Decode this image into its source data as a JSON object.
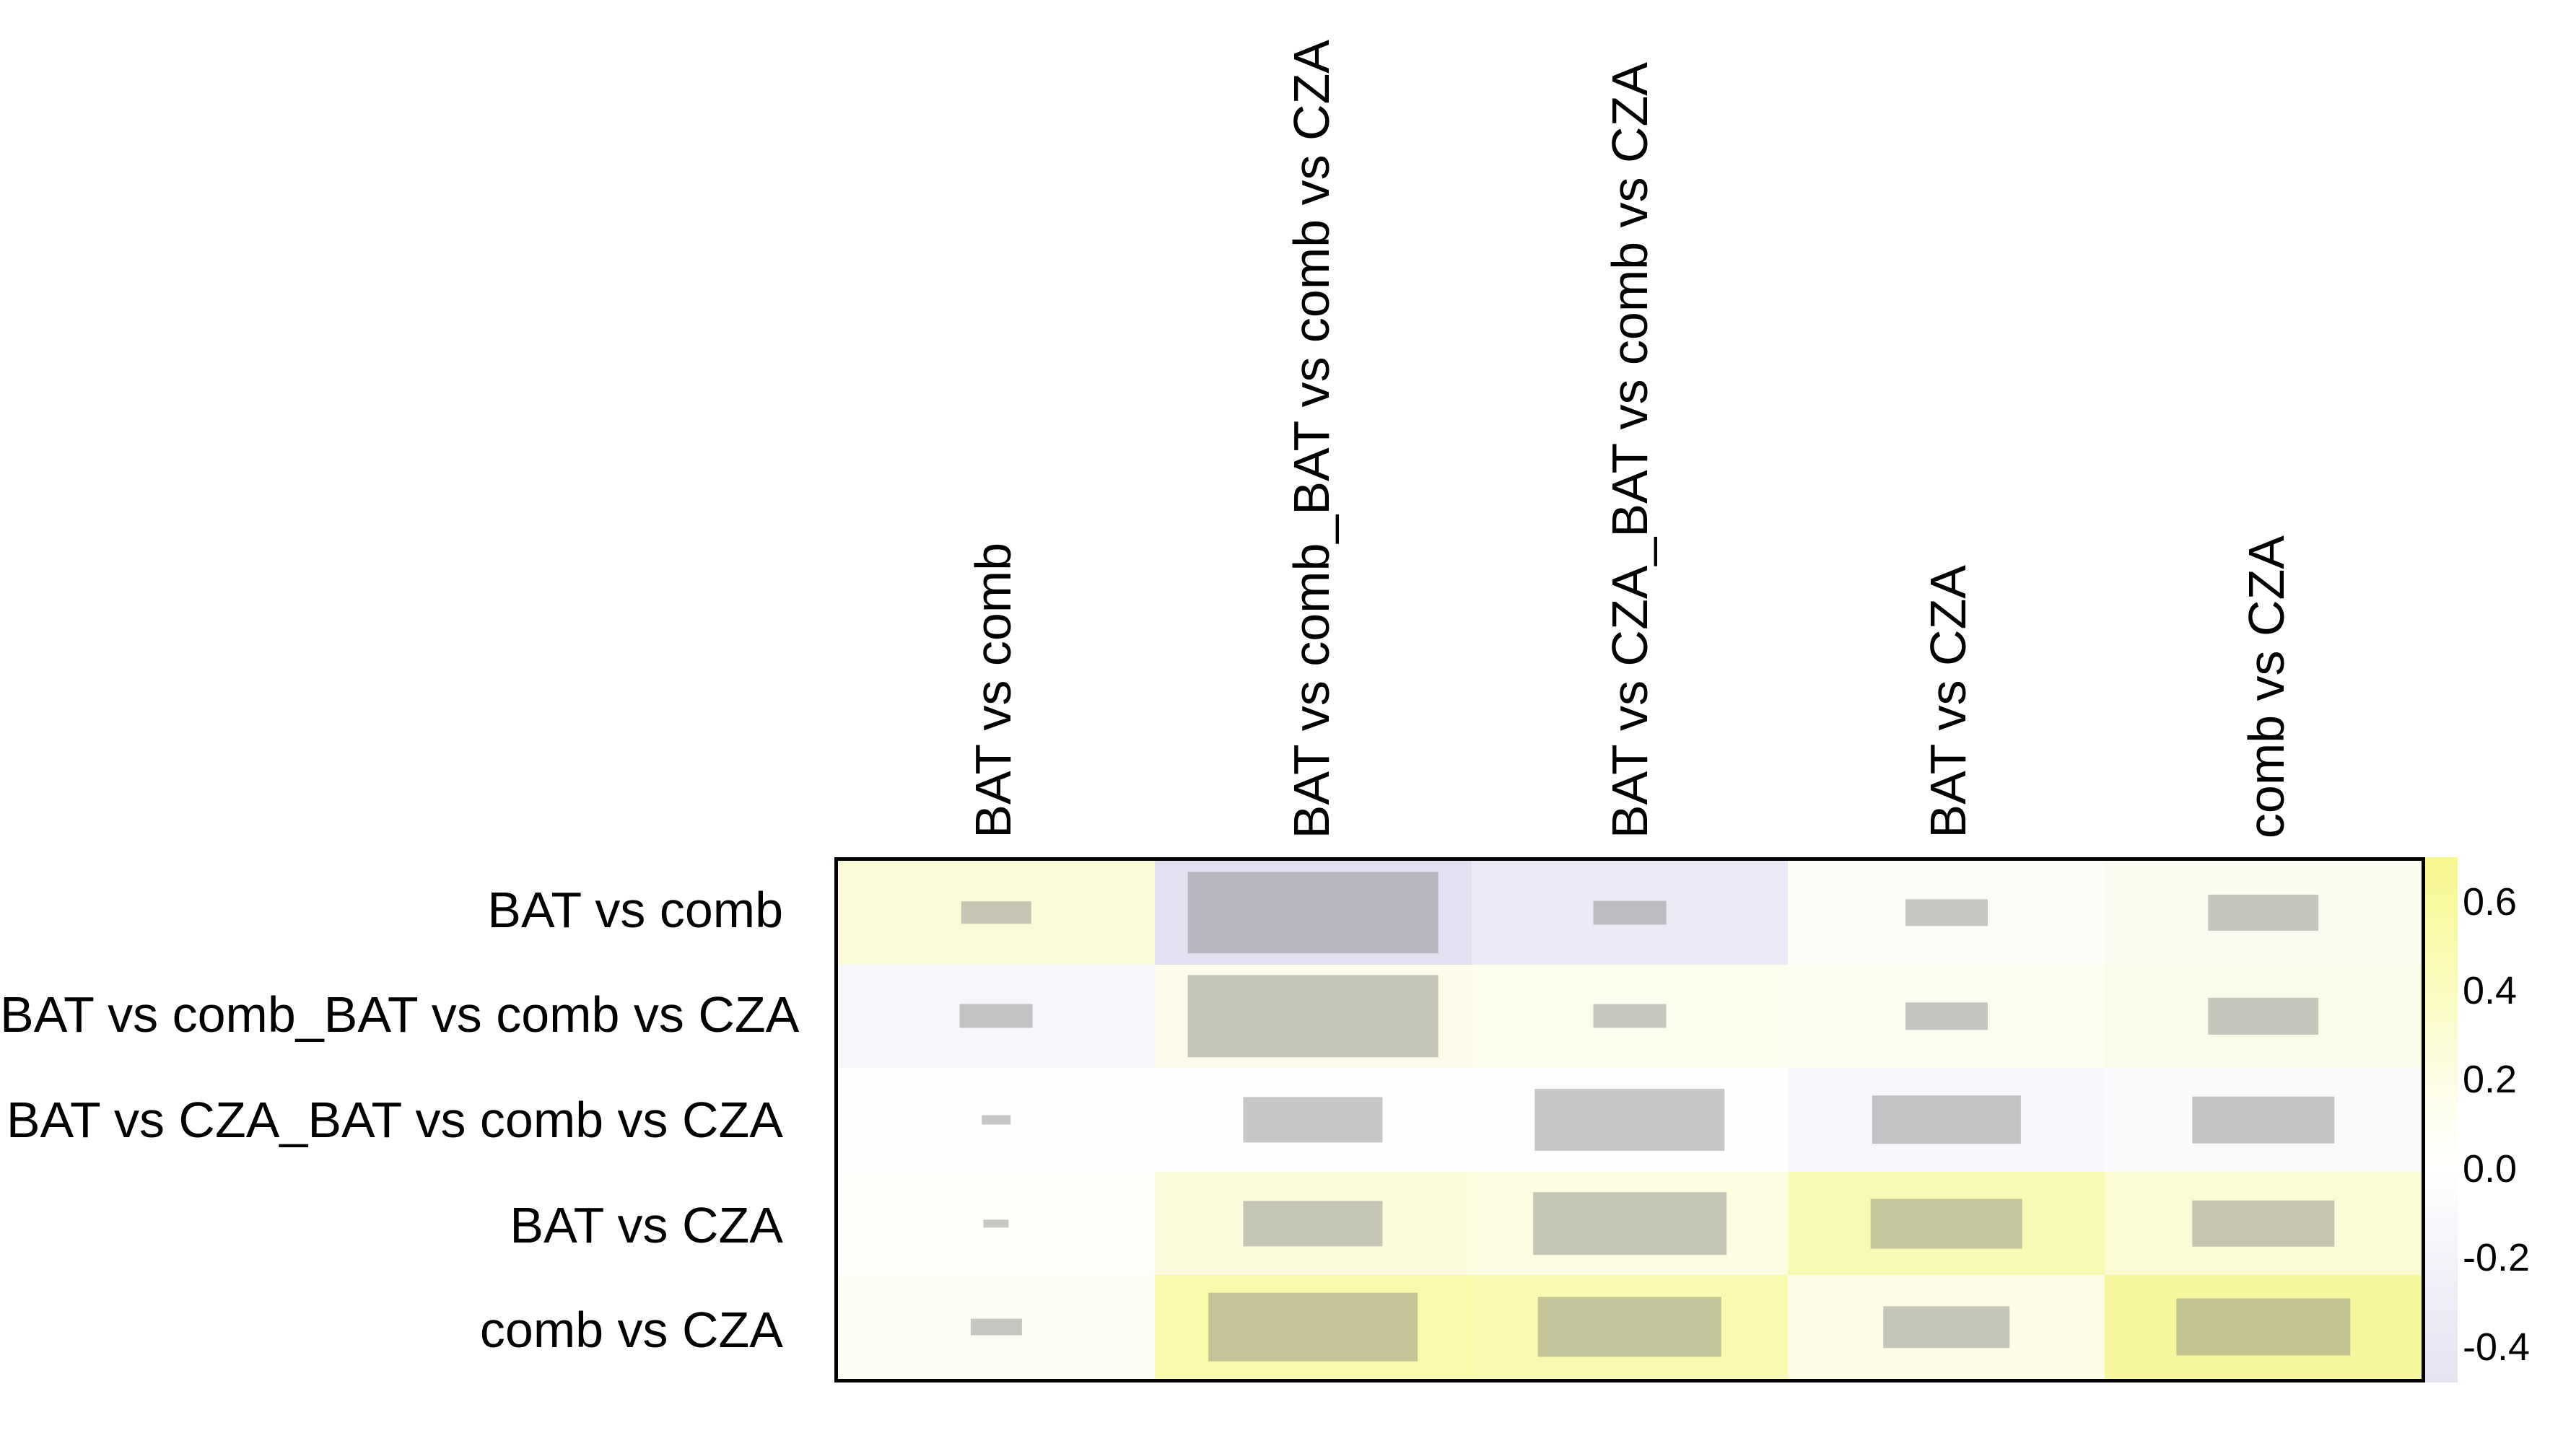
{
  "figure": {
    "background": "#ffffff",
    "text_color": "#000000",
    "plot_border_color": "#000000"
  },
  "chart_data": {
    "type": "heatmap",
    "title": "",
    "xlabel": "",
    "ylabel": "",
    "grid": false,
    "legend_position": "right-colorbar",
    "row_labels": [
      "BAT vs comb",
      "BAT vs comb_BAT vs comb vs CZA",
      "BAT vs CZA_BAT vs comb vs CZA",
      "BAT vs CZA",
      "comb vs CZA"
    ],
    "col_labels": [
      "BAT vs comb",
      "BAT vs comb_BAT vs comb vs CZA",
      "BAT vs CZA_BAT vs comb vs CZA",
      "BAT vs CZA",
      "comb vs CZA"
    ],
    "cell_bg_colors": [
      [
        "#fafad8",
        "#e2e1f1",
        "#ebeaf6",
        "#fdfdf7",
        "#fbfbf0"
      ],
      [
        "#f7f7fb",
        "#fcfce9",
        "#fdfdee",
        "#fcfcf1",
        "#fbfbea"
      ],
      [
        "#fefefe",
        "#fdfdfb",
        "#fefefe",
        "#f7f7fc",
        "#fafafd"
      ],
      [
        "#fefefa",
        "#fcfcdc",
        "#fcfce0",
        "#f9f9b6",
        "#fbfbd3"
      ],
      [
        "#fdfdf3",
        "#f9f9ac",
        "#f9f9b1",
        "#fdfde5",
        "#f7f79e"
      ]
    ],
    "square_size_fractions": [
      [
        0.22,
        0.79,
        0.23,
        0.26,
        0.35
      ],
      [
        0.23,
        0.79,
        0.23,
        0.26,
        0.35
      ],
      [
        0.09,
        0.44,
        0.6,
        0.47,
        0.45
      ],
      [
        0.08,
        0.44,
        0.61,
        0.48,
        0.45
      ],
      [
        0.16,
        0.66,
        0.58,
        0.4,
        0.55
      ]
    ],
    "square_color": "rgba(128,128,128,0.43)",
    "colorbar": {
      "value_max": 0.7,
      "value_min": -0.48,
      "ticks": [
        {
          "label": "0.6",
          "value": 0.6
        },
        {
          "label": "0.4",
          "value": 0.4
        },
        {
          "label": "0.2",
          "value": 0.2
        },
        {
          "label": "0.0",
          "value": 0.0
        },
        {
          "label": "-0.2",
          "value": -0.2
        },
        {
          "label": "-0.4",
          "value": -0.4
        }
      ],
      "gradient_stops": [
        {
          "pos": 0,
          "color": "#f8f88e"
        },
        {
          "pos": 0.25,
          "color": "#fafabf"
        },
        {
          "pos": 0.45,
          "color": "#fdfde9"
        },
        {
          "pos": 0.593,
          "color": "#fffffe"
        },
        {
          "pos": 0.78,
          "color": "#f2f1f9"
        },
        {
          "pos": 1,
          "color": "#e5e4f2"
        }
      ]
    }
  }
}
